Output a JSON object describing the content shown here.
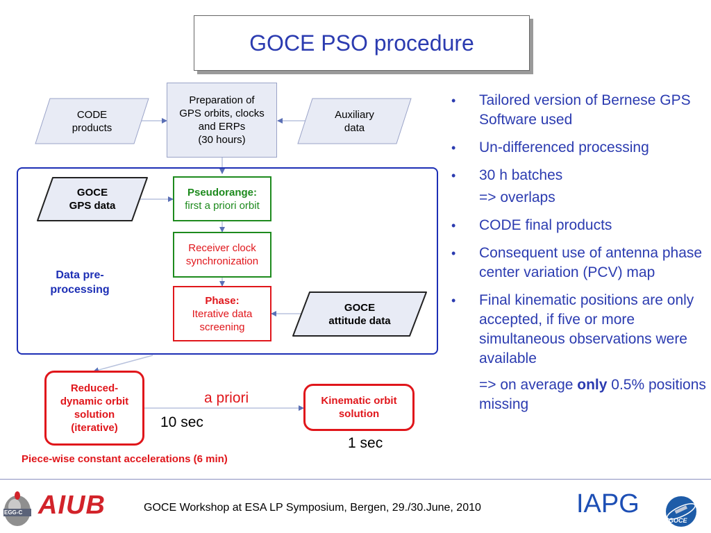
{
  "title": "GOCE PSO procedure",
  "flow": {
    "prep": [
      "Preparation of",
      "GPS orbits, clocks",
      "and ERPs",
      "(30 hours)"
    ],
    "code_products": [
      "CODE",
      "products"
    ],
    "auxiliary": [
      "Auxiliary",
      "data"
    ],
    "goce_gps": [
      "GOCE",
      "GPS data"
    ],
    "pseudorange_title": "Pseudorange:",
    "pseudorange_sub": "first a priori orbit",
    "receiver_clock": [
      "Receiver clock",
      "synchronization"
    ],
    "phase_title": "Phase:",
    "phase_sub": [
      "Iterative data",
      "screening"
    ],
    "goce_attitude": [
      "GOCE",
      "attitude data"
    ],
    "preprocessing": [
      "Data pre-",
      "processing"
    ],
    "reduced_dynamic": [
      "Reduced-",
      "dynamic orbit",
      "solution",
      "(iterative)"
    ],
    "kinematic": [
      "Kinematic orbit",
      "solution"
    ],
    "a_priori": "a priori",
    "ten_sec": "10 sec",
    "one_sec": "1 sec",
    "piecewise": "Piece-wise constant accelerations (6 min)"
  },
  "bullets": [
    {
      "text": "Tailored version of Bernese GPS Software used"
    },
    {
      "text": "Un-differenced processing"
    },
    {
      "text": "30 h batches",
      "sub": "=> overlaps"
    },
    {
      "text": "CODE final products"
    },
    {
      "text": "Consequent use of antenna phase center variation (PCV) map"
    },
    {
      "text": "Final kinematic positions are only accepted, if five or more simultaneous observations were available"
    }
  ],
  "final_sub": {
    "prefix": "=> on average ",
    "emph": "only",
    "suffix": " 0.5% positions missing"
  },
  "bullet_marker": "•",
  "footer": {
    "text": "GOCE Workshop at ESA LP Symposium, Bergen, 29./30.June, 2010",
    "logo_left_small": "EGG-C",
    "logo_aiub": "AIUB",
    "logo_iapg": "IAPG",
    "logo_goce": "GOCE"
  },
  "colors": {
    "accent_blue": "#2b3bb0",
    "panel_blue": "#1d2fb5",
    "green": "#1d8a1d",
    "red": "#e0161b",
    "aiub_red": "#d2232a",
    "box_fill": "#e8ebf5"
  }
}
